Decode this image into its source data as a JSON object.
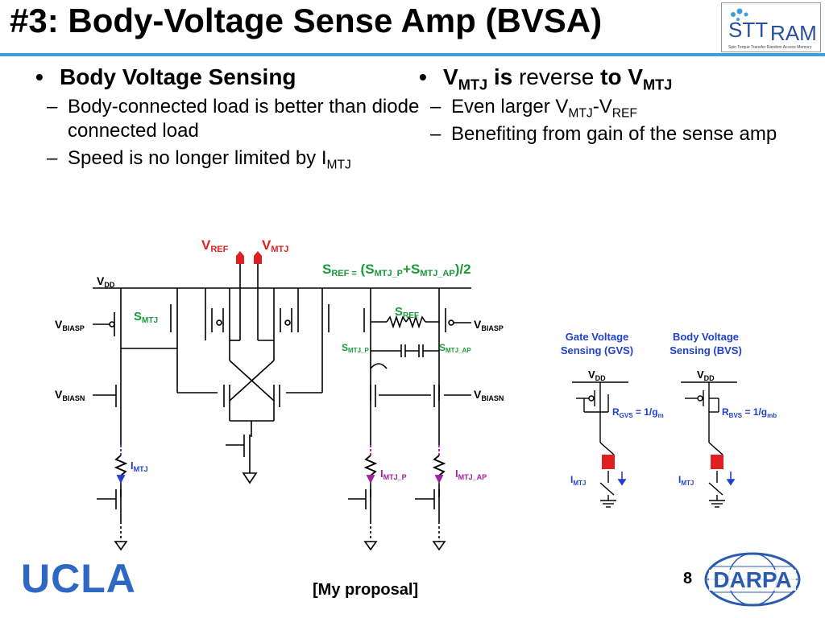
{
  "title": "#3: Body-Voltage Sense Amp (BVSA)",
  "logo": {
    "stt": "STT",
    "ram": "RAM",
    "tagline": "Spin Torque Transfer Random Access Memory"
  },
  "left": {
    "heading": "Body Voltage Sensing",
    "items": [
      {
        "text": "Body-connected load is better than diode connected load"
      },
      {
        "text": "Speed is no longer limited by I",
        "sub": "MTJ"
      }
    ]
  },
  "right": {
    "h_v": "V",
    "h_sub1": "MTJ",
    "h_is": " is ",
    "h_reverse": "reverse ",
    "h_to": "to V",
    "h_sub2": "MTJ",
    "item1_a": "Even larger V",
    "item1_sub1": "MTJ",
    "item1_b": "-V",
    "item1_sub2": "REF",
    "item2": "Benefiting from gain of the sense amp"
  },
  "circuit": {
    "vref": "V",
    "vref_sub": "REF",
    "vmtj": "V",
    "vmtj_sub": "MTJ",
    "sref_eq": "S",
    "sref_eq_sub": "REF =",
    "sref_eq_rest1": " (S",
    "sref_eq_sub2": "MTJ_P",
    "sref_eq_rest2": "+S",
    "sref_eq_sub3": "MTJ_AP",
    "sref_eq_rest3": ")/2",
    "vdd": "V",
    "vdd_sub": "DD",
    "vbiasp": "V",
    "vbiasp_sub": "BIASP",
    "vbiasn": "V",
    "vbiasn_sub": "BIASN",
    "smtj": "S",
    "smtj_sub": "MTJ",
    "sref": "S",
    "sref_sub": "REF",
    "smtjp": "S",
    "smtjp_sub": "MTJ_P",
    "smtjap": "S",
    "smtjap_sub": "MTJ_AP",
    "imtj": "I",
    "imtj_sub": "MTJ",
    "imtjp": "I",
    "imtjp_sub": "MTJ_P",
    "imtjap": "I",
    "imtjap_sub": "MTJ_AP"
  },
  "insets": {
    "gvs_title1": "Gate Voltage",
    "gvs_title2": "Sensing (GVS)",
    "bvs_title1": "Body Voltage",
    "bvs_title2": "Sensing (BVS)",
    "vdd": "V",
    "vdd_sub": "DD",
    "rgvs": "R",
    "rgvs_sub": "GVS",
    "rgvs_eq": " = 1/g",
    "rgvs_eq_sub": "m",
    "rbvs": "R",
    "rbvs_sub": "BVS",
    "rbvs_eq": " = 1/g",
    "rbvs_eq_sub": "mb",
    "imtj": "I",
    "imtj_sub": "MTJ"
  },
  "footer": {
    "ucla": "UCLA",
    "proposal": "[My proposal]",
    "page": "8",
    "darpa": "DARPA"
  },
  "colors": {
    "accent": "#3aa0d8",
    "red": "#e02020",
    "green": "#1a9a3a",
    "purple": "#a020a0",
    "blue": "#1f3fd0",
    "ucla": "#2d68c4",
    "darpa": "#2a5cae"
  }
}
